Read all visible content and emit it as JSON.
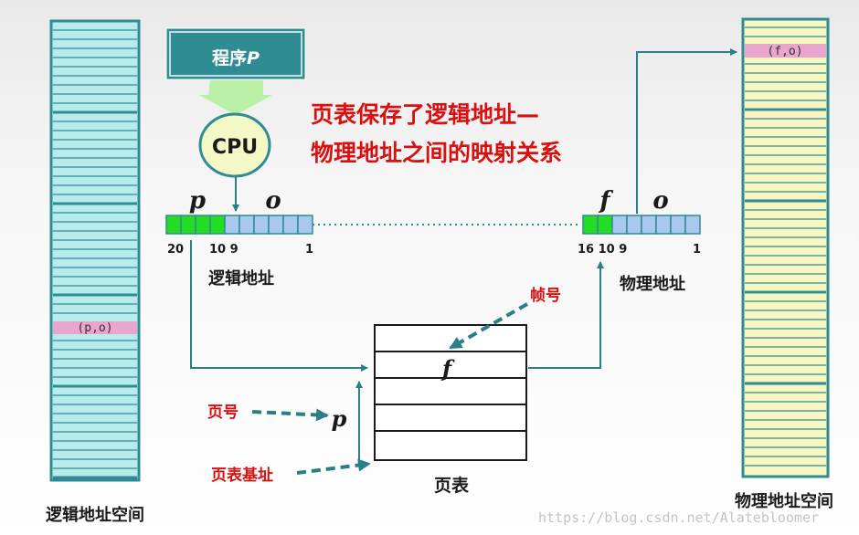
{
  "program": {
    "label": "程序",
    "var": "P"
  },
  "cpu": {
    "label": "CPU"
  },
  "title": {
    "line1": "页表保存了逻辑地址—",
    "line2": "物理地址之间的映射关系"
  },
  "logical_address": {
    "label": "逻辑地址",
    "p_label": "p",
    "o_label": "o",
    "bits": {
      "hi": "20",
      "mid": "10 9",
      "lo": "1"
    }
  },
  "physical_address": {
    "label": "物理地址",
    "f_label": "f",
    "o_label": "o",
    "bits": {
      "hi": "16 10 9",
      "lo": "1"
    }
  },
  "page_table": {
    "label": "页表",
    "entry": "f"
  },
  "annotations": {
    "frame_no": "帧号",
    "page_no": "页号",
    "page_no_var": "p",
    "base": "页表基址"
  },
  "logical_space": {
    "label": "逻辑地址空间",
    "marker": "(p,o)"
  },
  "physical_space": {
    "label": "物理地址空间",
    "marker": "(f,o)"
  },
  "watermark": "https://blog.csdn.net/Alatebloomer",
  "colors": {
    "logical_cell": "#b8ecec",
    "physical_cell": "#f7f5c0",
    "marker": "#e8a6cf",
    "green_bit": "#22dd22",
    "blue_bit": "#a8c8ef",
    "teal": "#2f8c93",
    "red_text": "#d9100f"
  }
}
